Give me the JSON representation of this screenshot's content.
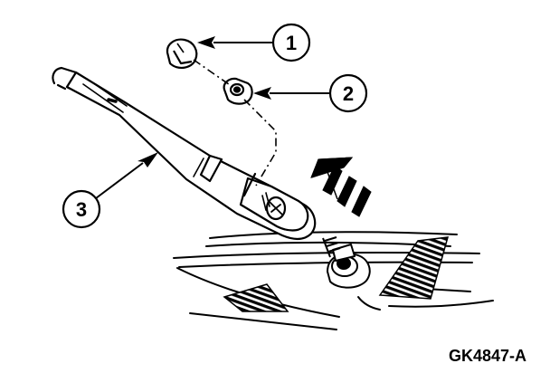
{
  "figure": {
    "code": "GK4847-A"
  },
  "callouts": [
    {
      "number": "1"
    },
    {
      "number": "2"
    },
    {
      "number": "3"
    }
  ],
  "colors": {
    "ink": "#000000",
    "paper": "#ffffff"
  }
}
